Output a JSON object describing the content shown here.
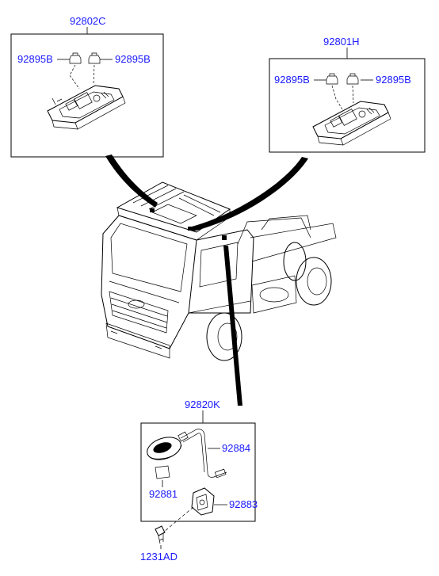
{
  "labels": {
    "lamp_left_assy": "92802C",
    "lamp_right_assy": "92801H",
    "bulb_1": "92895B",
    "bulb_2": "92895B",
    "bulb_3": "92895B",
    "bulb_4": "92895B",
    "harness_assy": "92820K",
    "cable": "92884",
    "pad": "92881",
    "bracket": "92883",
    "screw": "1231AD"
  },
  "colors": {
    "label": "#1a1aff",
    "line": "#000000"
  }
}
